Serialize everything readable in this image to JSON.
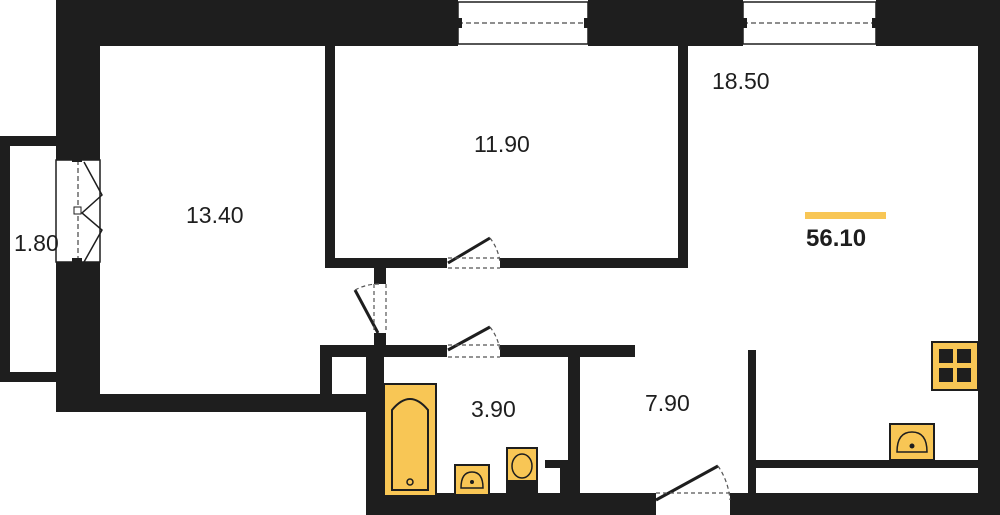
{
  "plan": {
    "total_area": "56.10",
    "accent_color": "#f8c655",
    "wall_color": "#1e1e1e",
    "rooms": [
      {
        "id": "room-living",
        "area": "18.50"
      },
      {
        "id": "room-bedroom",
        "area": "11.90"
      },
      {
        "id": "room-big",
        "area": "13.40"
      },
      {
        "id": "room-balcony",
        "area": "1.80"
      },
      {
        "id": "room-bathroom",
        "area": "3.90"
      },
      {
        "id": "room-hall",
        "area": "7.90"
      }
    ],
    "icons": [
      "bathtub-icon",
      "sink-icon",
      "toilet-icon",
      "stove-icon",
      "kitchen-sink-icon"
    ]
  }
}
